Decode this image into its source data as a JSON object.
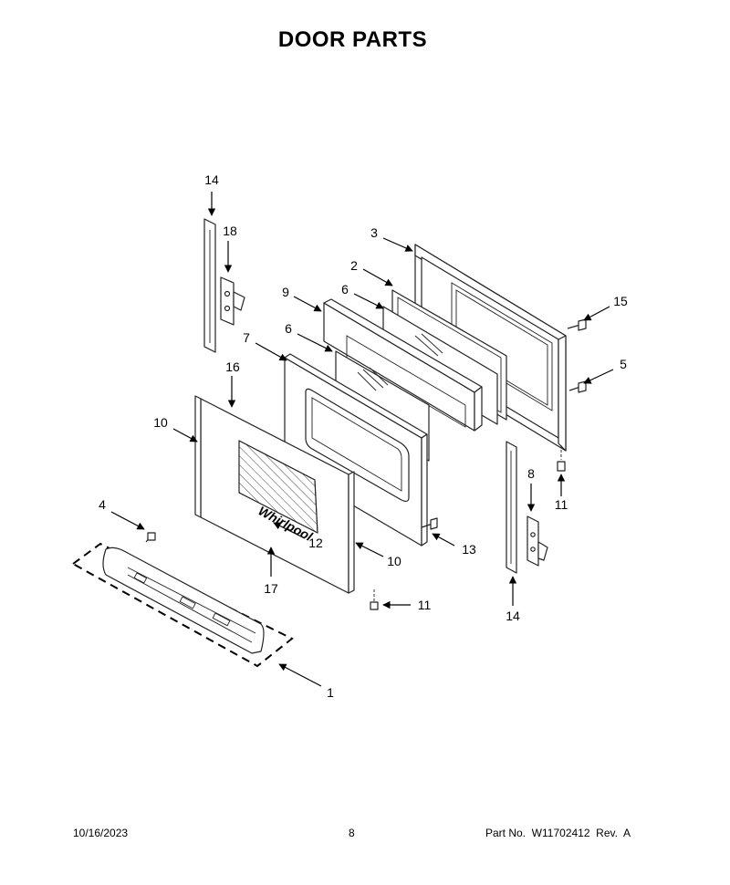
{
  "page": {
    "title": "DOOR  PARTS",
    "footer": {
      "date": "10/16/2023",
      "page_number": "8",
      "part_number": "Part No.  W11702412  Rev.  A"
    }
  },
  "callouts": [
    {
      "id": "c14a",
      "text": "14"
    },
    {
      "id": "c18",
      "text": "18"
    },
    {
      "id": "c3",
      "text": "3"
    },
    {
      "id": "c2",
      "text": "2"
    },
    {
      "id": "c6a",
      "text": "6"
    },
    {
      "id": "c9",
      "text": "9"
    },
    {
      "id": "c15",
      "text": "15"
    },
    {
      "id": "c6b",
      "text": "6"
    },
    {
      "id": "c7",
      "text": "7"
    },
    {
      "id": "c5",
      "text": "5"
    },
    {
      "id": "c16",
      "text": "16"
    },
    {
      "id": "c10a",
      "text": "10"
    },
    {
      "id": "c8",
      "text": "8"
    },
    {
      "id": "c11a",
      "text": "11"
    },
    {
      "id": "c4",
      "text": "4"
    },
    {
      "id": "c12",
      "text": "12"
    },
    {
      "id": "c13",
      "text": "13"
    },
    {
      "id": "c10b",
      "text": "10"
    },
    {
      "id": "c17",
      "text": "17"
    },
    {
      "id": "c11b",
      "text": "11"
    },
    {
      "id": "c14b",
      "text": "14"
    },
    {
      "id": "c1",
      "text": "1"
    }
  ],
  "logo_text": "Whirlpool",
  "colors": {
    "ink": "#000000",
    "line": "#222222",
    "paper": "#ffffff"
  }
}
